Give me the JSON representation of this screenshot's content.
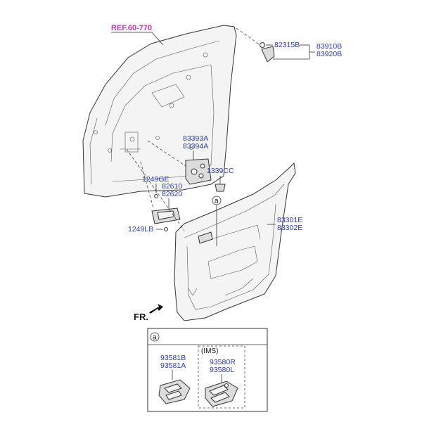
{
  "labels": {
    "ref": "REF.60-770",
    "p82315B": "82315B",
    "p83910B": "83910B",
    "p83920B": "83920B",
    "p83393A": "83393A",
    "p83394A": "83394A",
    "p1339CC": "1339CC",
    "p1249GE": "1249GE",
    "p82610": "82610",
    "p82620": "82620",
    "p1249LB": "1249LB",
    "p83301E": "83301E",
    "p83302E": "83302E",
    "callout_a": "a",
    "fr": "FR.",
    "inset_a": "a",
    "p93581B": "93581B",
    "p93581A": "93581A",
    "ims": "(IMS)",
    "p93580R": "93580R",
    "p93580L": "93580L"
  },
  "colors": {
    "part_number": "#2b3aa8",
    "reference": "#c23bb4"
  }
}
